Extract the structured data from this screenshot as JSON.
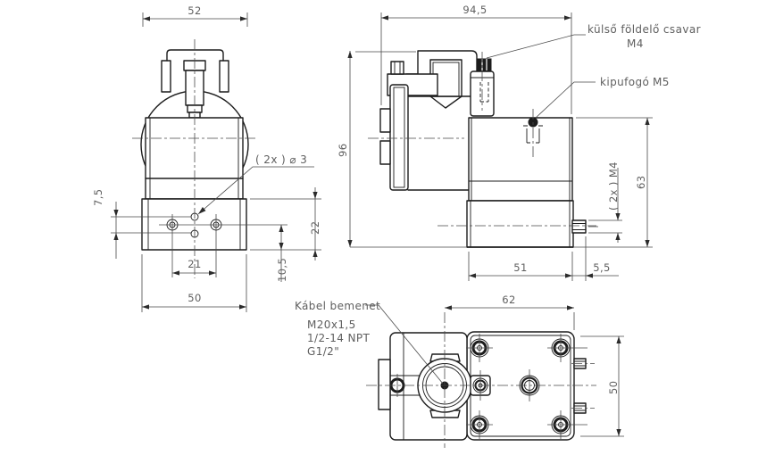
{
  "colors": {
    "background": "#ffffff",
    "object_line": "#1c1c1c",
    "dimension_line": "#4a4a4a",
    "text": "#5f5f5f"
  },
  "views": {
    "front": {
      "dim_width_top": "52",
      "dim_hole_pitch_vertical": "7,5",
      "dim_base_height": "22",
      "dim_hole_offset_bottom": "10,5",
      "dim_hole_pitch_horizontal": "21",
      "dim_base_width": "50",
      "label_mounting_holes": "( 2x ) ⌀ 3"
    },
    "side": {
      "dim_total_width": "94,5",
      "dim_total_height": "96",
      "dim_body_height": "63",
      "dim_body_width": "51",
      "dim_stud_length": "5,5",
      "label_studs": "( 2x ) M4",
      "label_ground_screw": "külső földelő csavar",
      "label_ground_screw_thread": "M4",
      "label_exhaust": "kipufogó",
      "label_exhaust_thread": "M5"
    },
    "bottom": {
      "dim_body_width": "62",
      "dim_body_depth": "50",
      "label_cable_entry": "Kábel bemenet",
      "cable_thread_options": [
        "M20x1,5",
        "1/2-14 NPT",
        "G1/2\""
      ]
    }
  }
}
